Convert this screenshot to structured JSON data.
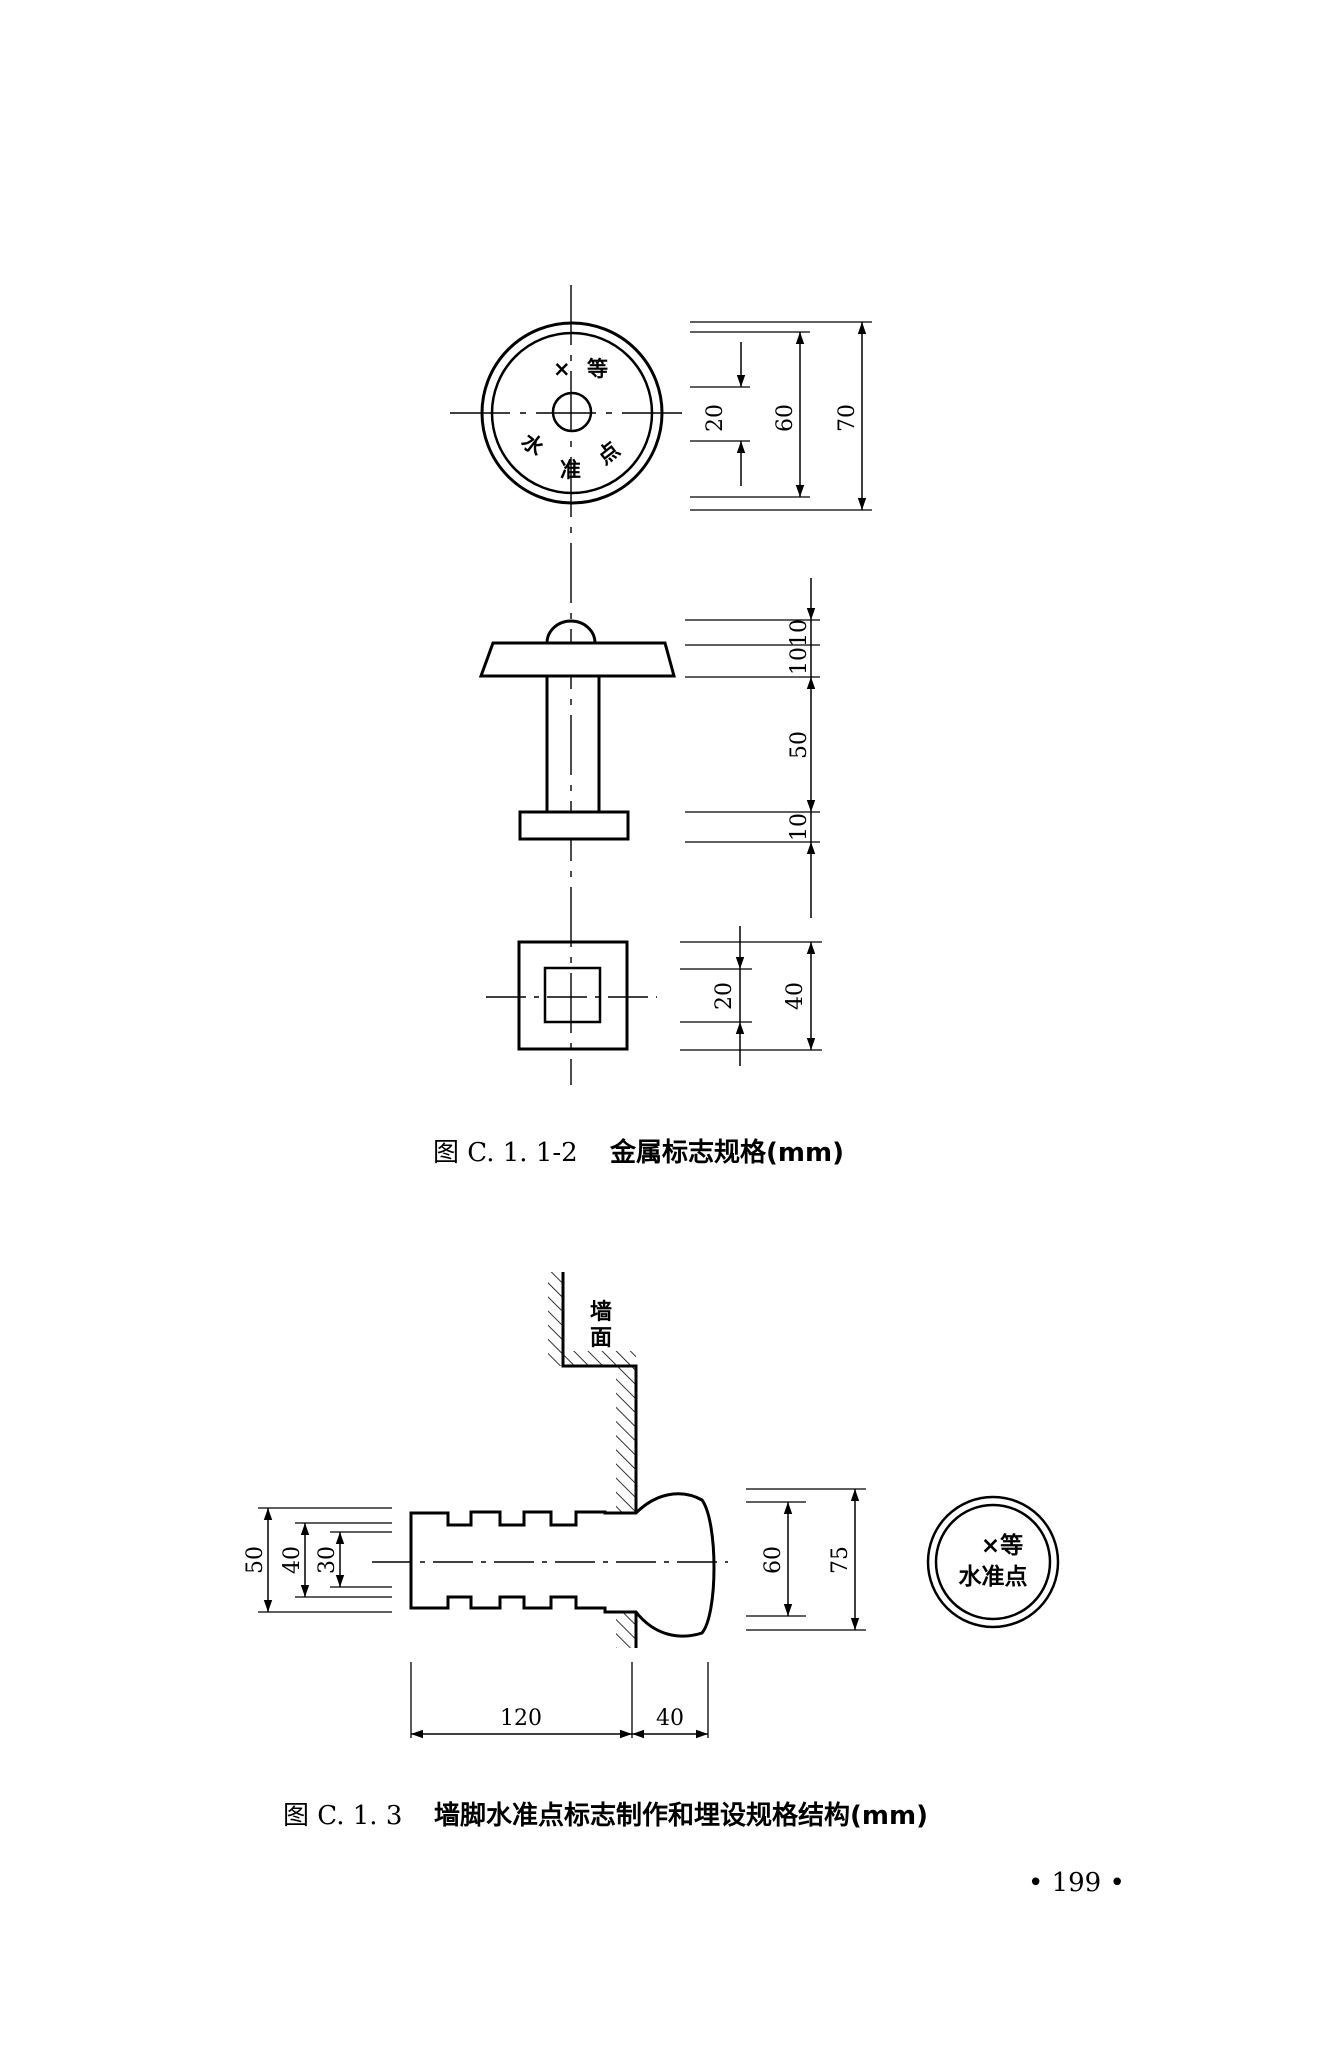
{
  "figure1": {
    "caption_number": "图 C. 1. 1-2",
    "caption_title": "金属标志规格(mm)",
    "top_view": {
      "mark_cross": "×",
      "mark_grade": "等",
      "mark_char1": "水",
      "mark_char2": "准",
      "mark_char3": "点",
      "dim_inner": "20",
      "dim_middle": "60",
      "dim_outer": "70"
    },
    "side_view": {
      "dim_cap": "10",
      "dim_flange": "10",
      "dim_shaft": "50",
      "dim_base": "10"
    },
    "bottom_view": {
      "dim_inner": "20",
      "dim_outer": "40"
    }
  },
  "figure2": {
    "caption_number": "图 C. 1. 3",
    "caption_title": "墙脚水准点标志制作和埋设规格结构(mm)",
    "wall_label_1": "墙",
    "wall_label_2": "面",
    "dim_left_outer": "50",
    "dim_left_middle": "40",
    "dim_left_inner": "30",
    "dim_head_inner": "60",
    "dim_head_outer": "75",
    "dim_length": "120",
    "dim_head_len": "40",
    "badge_line1": "×等",
    "badge_line2": "水准点"
  },
  "page_number": "• 199 •"
}
